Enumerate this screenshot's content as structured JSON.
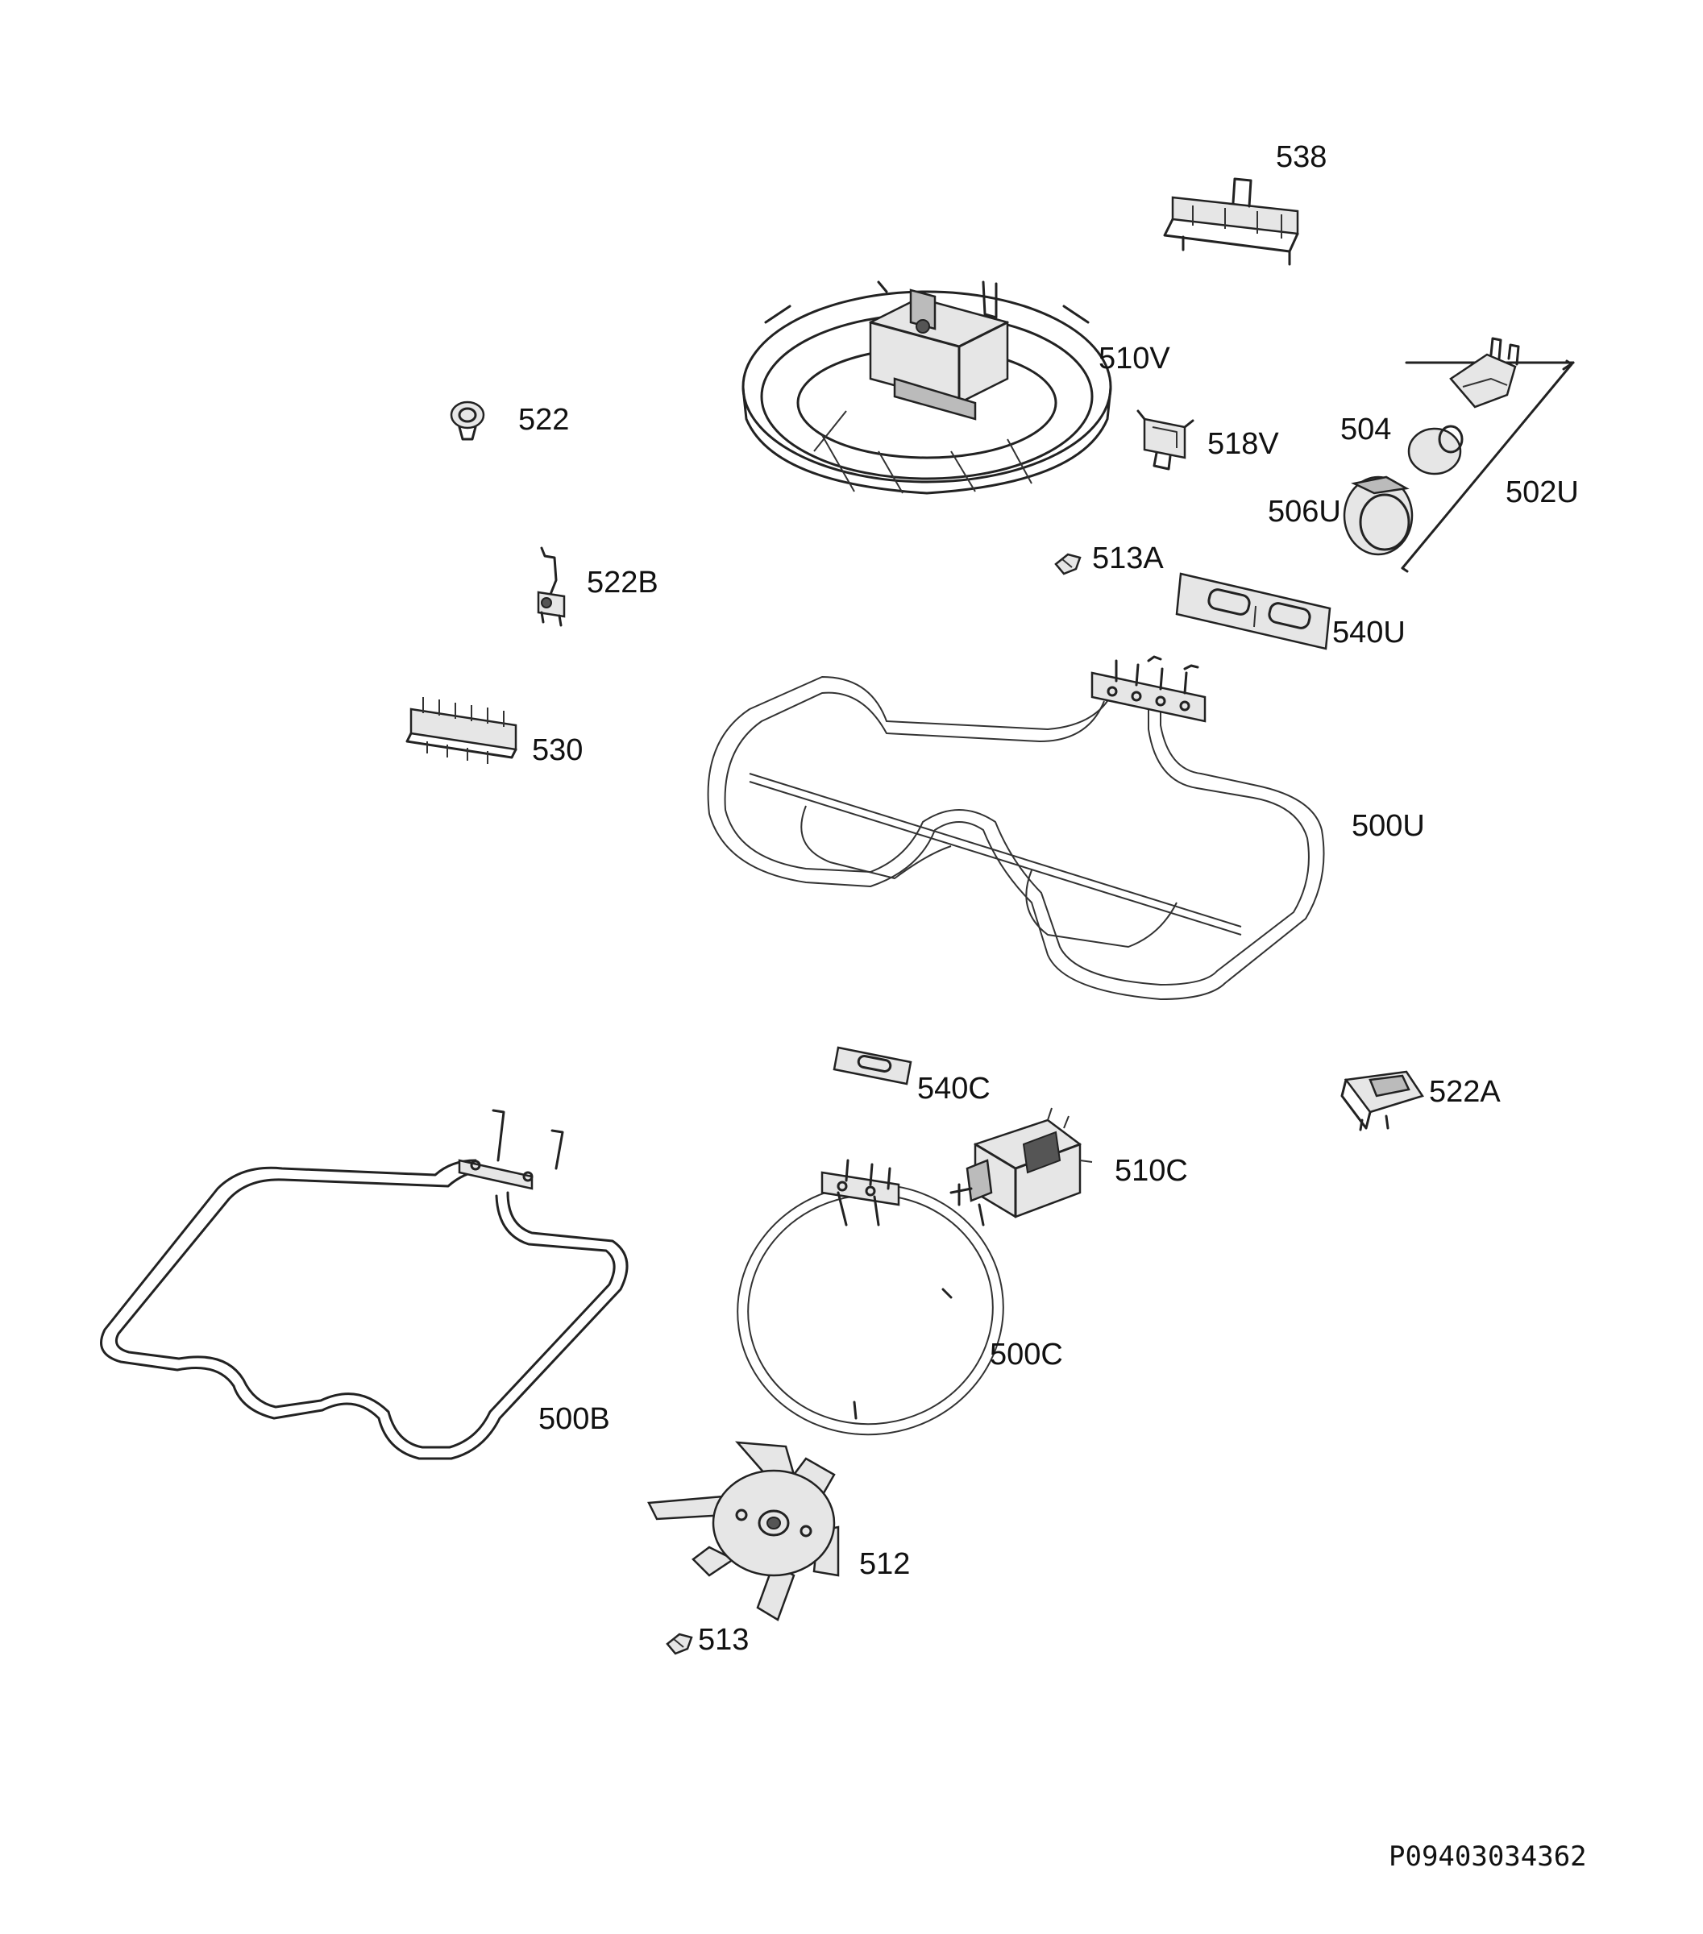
{
  "labels": {
    "l538": "538",
    "l510V": "510V",
    "l522": "522",
    "l518V": "518V",
    "l504": "504",
    "l502U": "502U",
    "l506U": "506U",
    "l513A": "513A",
    "l522B": "522B",
    "l540U": "540U",
    "l530": "530",
    "l500U": "500U",
    "l540C": "540C",
    "l522A": "522A",
    "l510C": "510C",
    "l500C": "500C",
    "l500B": "500B",
    "l512": "512",
    "l513": "513"
  },
  "drawing_code": "P09403034362"
}
